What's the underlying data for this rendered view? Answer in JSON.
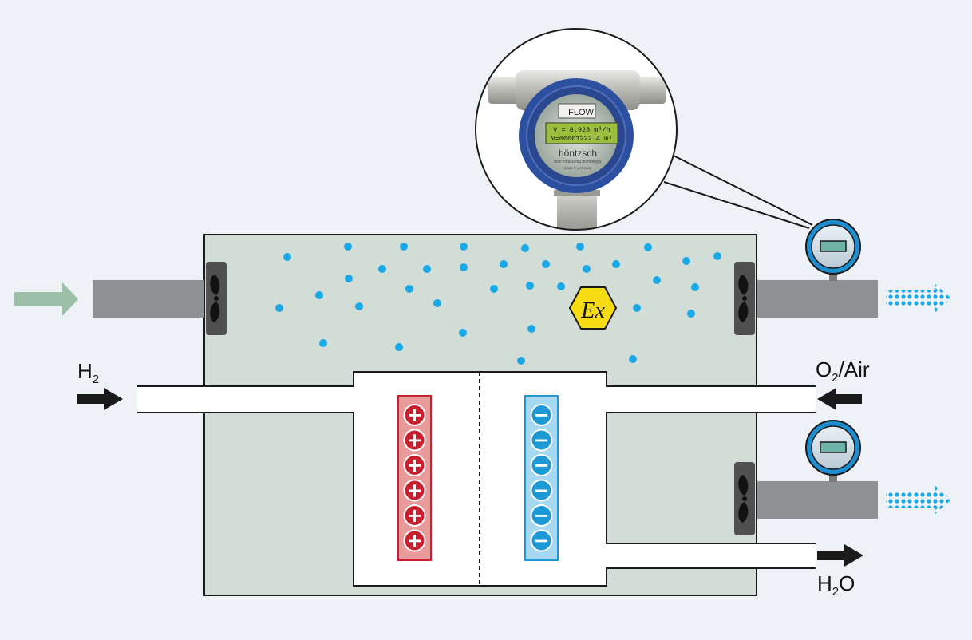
{
  "labels": {
    "h2": "H",
    "h2_sub": "2",
    "o2_prefix": "O",
    "o2_sub": "2",
    "o2_suffix": "/Air",
    "h2o_prefix": "H",
    "h2o_sub": "2",
    "h2o_suffix": "O"
  },
  "ex_symbol": {
    "text": "Ex"
  },
  "device": {
    "display_title": "FLOW",
    "line1": "V = 8.928 m³/h",
    "line2": "V=00001222.4 m³",
    "brand": "höntzsch",
    "tagline": "flow measuring technology",
    "origin": "made in germany"
  },
  "electrodes": {
    "anode_symbol": "+",
    "cathode_symbol": "−",
    "count": 6
  },
  "colors": {
    "background": "#eef1f5",
    "housing": "#d3ddd8",
    "pipe_gray": "#8f9094",
    "particle_blue": "#1aa8e6",
    "anode_red": "#c8202f",
    "cathode_blue": "#1d9ad6",
    "inlet_arrow": "#9cbfa7",
    "ex_yellow": "#f7dc14"
  },
  "icons": {
    "fan": "fan-icon",
    "meter": "flow-meter-icon",
    "warning": "explosion-protection-icon"
  }
}
